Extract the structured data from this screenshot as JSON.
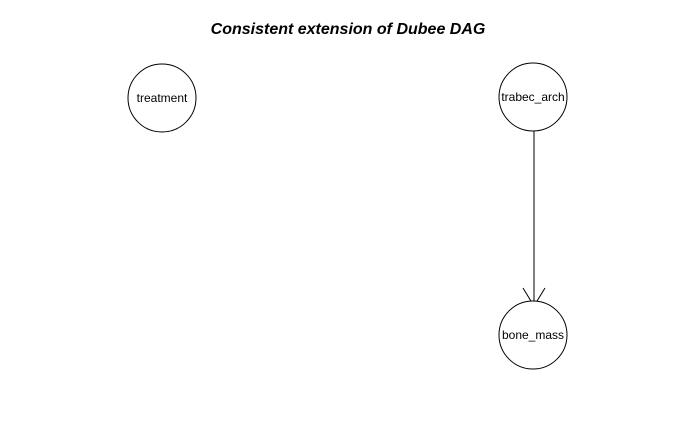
{
  "title": "Consistent extension of Dubee DAG",
  "nodes": {
    "treatment": {
      "label": "treatment"
    },
    "trabec_arch": {
      "label": "trabec_arch"
    },
    "bone_mass": {
      "label": "bone_mass"
    }
  },
  "edges": [
    {
      "from": "trabec_arch",
      "to": "bone_mass",
      "directed": true
    }
  ]
}
